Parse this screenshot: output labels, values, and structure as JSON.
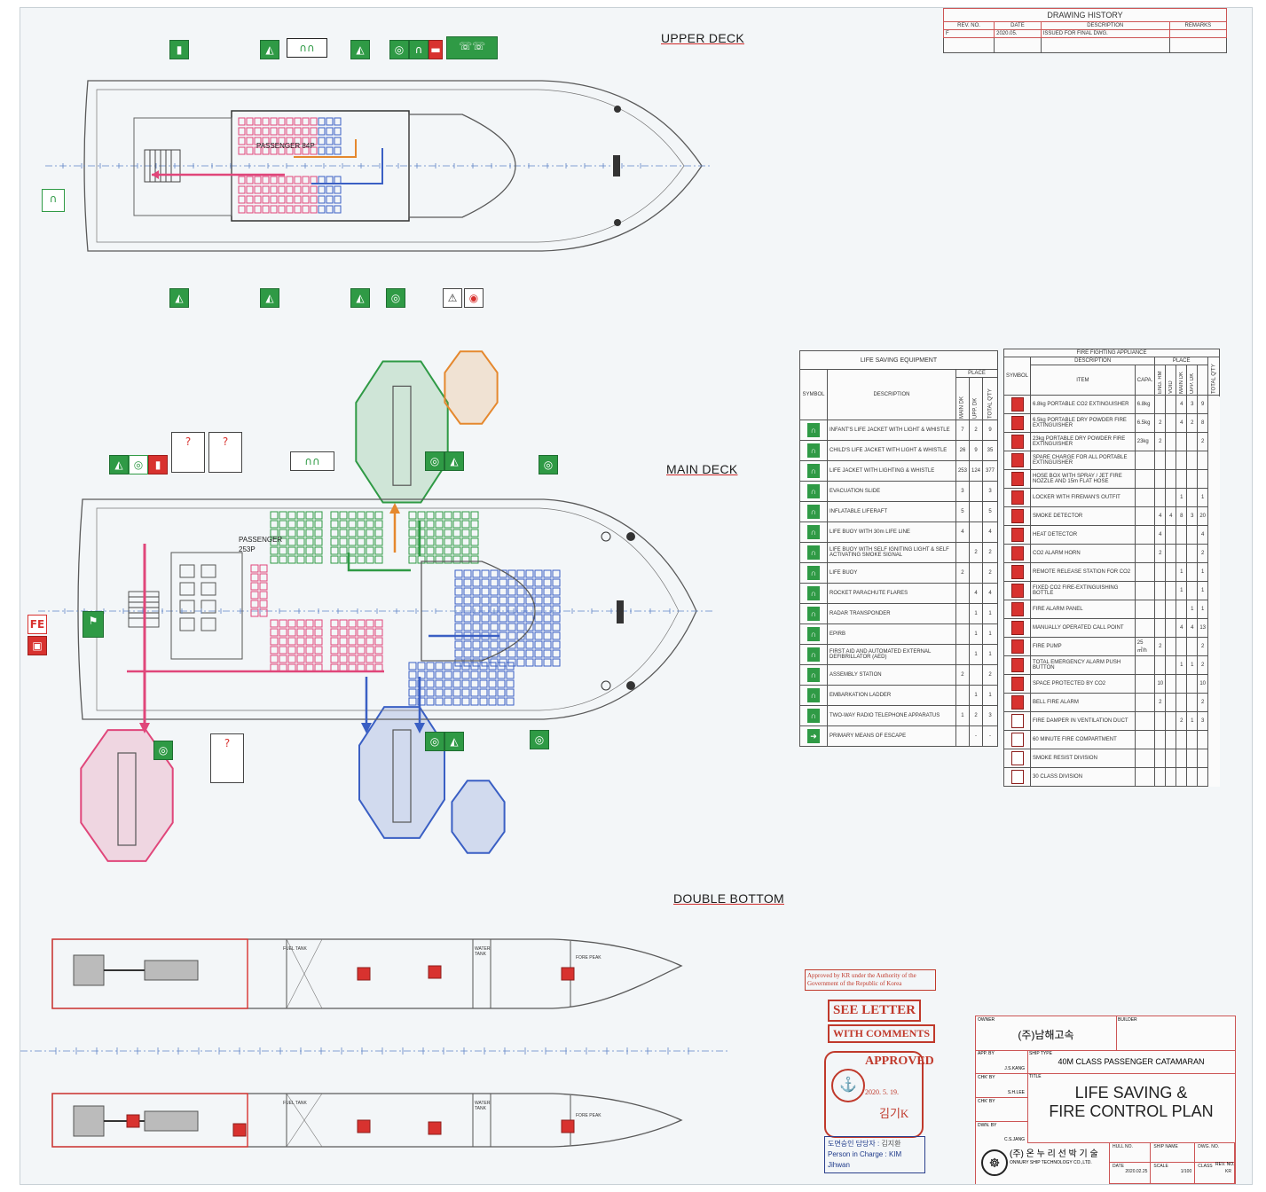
{
  "upper_deck": {
    "title": "UPPER DECK",
    "passenger_label": "PASSENGER 84P"
  },
  "main_deck": {
    "title": "MAIN DECK",
    "passenger_label": "PASSENGER",
    "passenger_count": "253P"
  },
  "double_bottom": {
    "title": "DOUBLE BOTTOM",
    "labels": [
      "FUEL TANK",
      "WATER TANK",
      "FORE PEAK"
    ]
  },
  "drawing_history": {
    "title": "DRAWING HISTORY",
    "headers": [
      "REV. NO.",
      "DATE",
      "DESCRIPTION",
      "REMARKS"
    ],
    "rows": [
      [
        "F",
        "2020.05.",
        "ISSUED FOR FINAL DWG.",
        ""
      ]
    ]
  },
  "lse": {
    "title": "LIFE SAVING EQUIPMENT",
    "headers": {
      "symbol": "SYMBOL",
      "description": "DESCRIPTION",
      "place": "PLACE",
      "main": "MAIN DK",
      "upp": "UPP. DK",
      "total": "TOTAL Q'TY"
    },
    "rows": [
      {
        "desc": "INFANT'S LIFE JACKET WITH LIGHT & WHISTLE",
        "main": "7",
        "upp": "2",
        "total": "9"
      },
      {
        "desc": "CHILD'S LIFE JACKET WITH LIGHT & WHISTLE",
        "main": "26",
        "upp": "9",
        "total": "35"
      },
      {
        "desc": "LIFE JACKET WITH LIGHTING & WHISTLE",
        "main": "253",
        "upp": "124",
        "total": "377"
      },
      {
        "desc": "EVACUATION SLIDE",
        "main": "3",
        "upp": "",
        "total": "3"
      },
      {
        "desc": "INFLATABLE LIFERAFT",
        "main": "5",
        "upp": "",
        "total": "5"
      },
      {
        "desc": "LIFE BUOY WITH 30m LIFE LINE",
        "main": "4",
        "upp": "",
        "total": "4"
      },
      {
        "desc": "LIFE BUOY WITH SELF IGNITING LIGHT & SELF ACTIVATING SMOKE SIGNAL",
        "main": "",
        "upp": "2",
        "total": "2"
      },
      {
        "desc": "LIFE BUOY",
        "main": "2",
        "upp": "",
        "total": "2"
      },
      {
        "desc": "ROCKET PARACHUTE FLARES",
        "main": "",
        "upp": "4",
        "total": "4"
      },
      {
        "desc": "RADAR TRANSPONDER",
        "main": "",
        "upp": "1",
        "total": "1"
      },
      {
        "desc": "EPIRB",
        "main": "",
        "upp": "1",
        "total": "1"
      },
      {
        "desc": "FIRST AID AND AUTOMATED EXTERNAL DEFIBRILLATOR (AED)",
        "main": "",
        "upp": "1",
        "total": "1"
      },
      {
        "desc": "ASSEMBLY STATION",
        "main": "2",
        "upp": "",
        "total": "2"
      },
      {
        "desc": "EMBARKATION LADDER",
        "main": "",
        "upp": "1",
        "total": "1"
      },
      {
        "desc": "TWO-WAY RADIO TELEPHONE APPARATUS",
        "main": "1",
        "upp": "2",
        "total": "3"
      },
      {
        "desc": "PRIMARY MEANS OF ESCAPE",
        "main": "",
        "upp": "-",
        "total": "-"
      }
    ]
  },
  "ffa": {
    "title": "FIRE FIGHTING APPLIANCE",
    "headers": {
      "symbol": "SYMBOL",
      "description": "DESCRIPTION",
      "item": "ITEM",
      "capa": "CAPA.",
      "place": "PLACE",
      "eng": "ENG. RM",
      "void": "VOID",
      "main": "MAIN DK",
      "upp": "UPP. DK",
      "total": "TOTAL Q'TY"
    },
    "rows": [
      {
        "item": "6.8kg PORTABLE CO2 EXTINGUISHER",
        "capa": "6.8kg",
        "v": [
          "",
          "",
          "4",
          "3",
          "9"
        ]
      },
      {
        "item": "6.5kg PORTABLE DRY POWDER FIRE EXTINGUISHER",
        "capa": "6.5kg",
        "v": [
          "2",
          "",
          "4",
          "2",
          "8"
        ]
      },
      {
        "item": "23kg PORTABLE DRY POWDER FIRE EXTINGUISHER",
        "capa": "23kg",
        "v": [
          "2",
          "",
          "",
          "",
          "2"
        ]
      },
      {
        "item": "SPARE CHARGE FOR ALL PORTABLE EXTINGUISHER",
        "capa": "",
        "v": [
          "",
          "",
          "",
          "",
          ""
        ]
      },
      {
        "item": "HOSE BOX WITH SPRAY / JET FIRE NOZZLE AND 15m FLAT HOSE",
        "capa": "",
        "v": [
          "",
          "",
          "",
          "",
          ""
        ]
      },
      {
        "item": "LOCKER WITH FIREMAN'S OUTFIT",
        "capa": "",
        "v": [
          "",
          "",
          "1",
          "",
          "1"
        ]
      },
      {
        "item": "SMOKE DETECTOR",
        "capa": "",
        "v": [
          "4",
          "4",
          "8",
          "3",
          "20"
        ]
      },
      {
        "item": "HEAT DETECTOR",
        "capa": "",
        "v": [
          "4",
          "",
          "",
          "",
          "4"
        ]
      },
      {
        "item": "CO2 ALARM HORN",
        "capa": "",
        "v": [
          "2",
          "",
          "",
          "",
          "2"
        ]
      },
      {
        "item": "REMOTE RELEASE STATION FOR CO2",
        "capa": "",
        "v": [
          "",
          "",
          "1",
          "",
          "1"
        ]
      },
      {
        "item": "FIXED CO2 FIRE-EXTINGUISHING BOTTLE",
        "capa": "",
        "v": [
          "",
          "",
          "1",
          "",
          "1"
        ]
      },
      {
        "item": "FIRE ALARM PANEL",
        "capa": "",
        "v": [
          "",
          "",
          "",
          "1",
          "1"
        ]
      },
      {
        "item": "MANUALLY OPERATED CALL POINT",
        "capa": "",
        "v": [
          "",
          "",
          "4",
          "4",
          "13"
        ]
      },
      {
        "item": "FIRE PUMP",
        "capa": "25㎥/h",
        "v": [
          "2",
          "",
          "",
          "",
          "2"
        ]
      },
      {
        "item": "TOTAL EMERGENCY ALARM PUSH BUTTON",
        "capa": "",
        "v": [
          "",
          "",
          "1",
          "1",
          "2"
        ]
      },
      {
        "item": "SPACE PROTECTED BY CO2",
        "capa": "",
        "v": [
          "10",
          "",
          "",
          "",
          "10"
        ]
      },
      {
        "item": "BELL FIRE ALARM",
        "capa": "",
        "v": [
          "2",
          "",
          "",
          "",
          "2"
        ]
      },
      {
        "item": "FIRE DAMPER IN VENTILATION DUCT",
        "capa": "",
        "v": [
          "",
          "",
          "2",
          "1",
          "3"
        ]
      },
      {
        "item": "60 MINUTE FIRE COMPARTMENT",
        "capa": "",
        "v": [
          "",
          "",
          "",
          "",
          ""
        ]
      },
      {
        "item": "SMOKE RESIST DIVISION",
        "capa": "",
        "v": [
          "",
          "",
          "",
          "",
          ""
        ]
      },
      {
        "item": "30 CLASS DIVISION",
        "capa": "",
        "v": [
          "",
          "",
          "",
          "",
          ""
        ]
      }
    ]
  },
  "approval": {
    "kr_note": "Approved by KR under the Authority of the Government of the Republic of Korea",
    "see_letter": "SEE LETTER",
    "with_comments": "WITH COMMENTS",
    "approved": "APPROVED",
    "date": "2020. 5. 19.",
    "charge_ko": "도면승인 담당자 :",
    "charge_en": "Person in Charge :",
    "charge_name": "KIM Jihwan"
  },
  "title_block": {
    "owner_label": "OWNER",
    "builder_label": "BUILDER",
    "owner_value": "(주)남해고속",
    "app_by": "APP. BY",
    "app_name": "J.S.KANG",
    "chk_by": "CHK' BY",
    "chk_name": "S.H.LEE",
    "chk_by2": "CHK' BY",
    "dwn_by": "DWN. BY",
    "dwn_name": "C.S.JANG",
    "ship_type_label": "SHIP TYPE",
    "ship_type": "40M CLASS PASSENGER CATAMARAN",
    "title_label": "TITLE",
    "title_line1": "LIFE SAVING &",
    "title_line2": "FIRE CONTROL PLAN",
    "company_ko": "(주) 온 누 리 선 박 기 술",
    "company_en": "ONNURY SHIP TECHNOLOGY CO.,LTD.",
    "hull_label": "HULL NO.",
    "ship_name_label": "SHIP NAME",
    "dwg_no_label": "DWG. NO.",
    "date_label": "DATE",
    "scale_label": "SCALE",
    "class_label": "CLASS",
    "rev_label": "REV. NO.",
    "date_value": "2020.02.25",
    "scale_value": "1/100",
    "class_value": "KR"
  },
  "colors": {
    "green": "#2f9a45",
    "red": "#d8322f",
    "pink": "#e0467a",
    "blue": "#3a5fc4",
    "orange": "#e5882e",
    "outline": "#5a5a5a"
  }
}
